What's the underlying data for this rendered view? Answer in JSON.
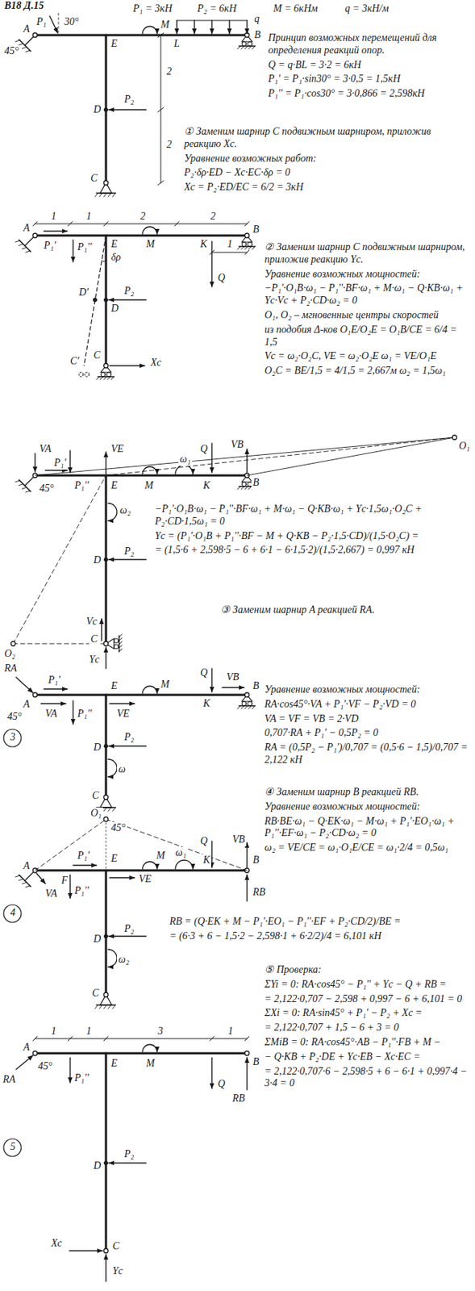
{
  "diagram": {
    "title": "В18 Д.15",
    "labels": [
      "P₁ = 3кН",
      "P₂ = 6кН",
      "M = 6кНм",
      "q = 3кН/м",
      "Принцип возможных перемещений для определения реакций опор.",
      "Q = q·BL = 3·2 = 6кН",
      "P₁' = P₁·sin30° = 3·0,5 = 1,5кН",
      "P₁'' = P₁·cos30° = 3·0,866 = 2,598кН",
      "A",
      "P₁",
      "30°",
      "M",
      "L",
      "q",
      "E",
      "B",
      "45°",
      "P₂",
      "D",
      "2",
      "2",
      "C",
      "① Заменим шарнир C подвижным шарниром, приложив реакцию Xc.",
      "Уравнение возможных работ:",
      "P₂·δρ·ED − Xc·EC·δρ = 0",
      "Xc = P₂·ED/EC = 6/2 = 3кН",
      "1",
      "1",
      "2",
      "2",
      "A",
      "P₁'",
      "P₁''",
      "E",
      "M",
      "K",
      "1",
      "Q",
      "B",
      "δρ",
      "D'",
      "D",
      "P₂",
      "C'",
      "C",
      "Xc",
      "② Заменим шарнир C подвижным шарниром, приложив реакцию Yc.",
      "Уравнение возможных мощностей:",
      "−P₁'·O₁B·ω₁ − P₁''·BF·ω₁ + M·ω₁ − Q·KB·ω₁ + Yc·Vc + P₂·CD·ω₂ = 0",
      "O₁, O₂ – мгновенные центры скоростей",
      "из подобия Δ-ков O₁E/O₂E = O₁B/CE = 6/4 = 1,5",
      "Vc = ω₂·O₂C,  VE = ω₂·O₂E   ω₁ = VE/O₁E",
      "O₂C = BE/1,5 = 4/1,5 = 2,667м   ω₂ = 1,5ω₁",
      "O₁",
      "VA",
      "P₁'",
      "P₁''",
      "45°",
      "VE",
      "E",
      "M",
      "ω₁",
      "Q",
      "K",
      "VB",
      "B",
      "ω₂",
      "P₂",
      "D",
      "O₂",
      "Vc",
      "C",
      "Yc",
      "−P₁'·O₁B·ω₁ − P₁''·BF·ω₁ + M·ω₁ − Q·KB·ω₁ + Yc·1,5ω₁·O₂C + P₂·CD·1,5ω₁ = 0",
      "Yc = (P₁'·O₁B + P₁''·BF − M + Q·KB − P₂·1,5·CD)/(1,5·O₂C) =",
      "= (1,5·6 + 2,598·5 − 6 + 6·1 − 6·1,5·2)/(1,5·2,667) = 0,997 кН",
      "③ Заменим шарнир A реакцией RA.",
      "RA",
      "A",
      "45°",
      "P₁'",
      "VA",
      "P₁''",
      "E",
      "VE",
      "M",
      "Q",
      "K",
      "B",
      "VB",
      "P₂",
      "D",
      "ω",
      "C",
      "3",
      "Уравнение возможных мощностей:",
      "RA·cos45°·VA + P₁'·VF − P₂·VD = 0",
      "VA = VF = VB = 2·VD",
      "0,707·RA + P₁' − 0,5P₂ = 0",
      "RA = (0,5P₂ − P₁')/0,707 = (0,5·6 − 1,5)/0,707 = 2,122 кН",
      "④ Заменим шарнир B реакцией RB.",
      "Уравнение возможных мощностей:",
      "RB·BE·ω₁ − Q·EK·ω₁ − M·ω₁ + P₁'·EO₁·ω₁ + P₁''·EF·ω₁ − P₂·CD·ω₂ = 0",
      "ω₂ = VE/CE = ω₁·O₁E/CE = ω₁·2/4 = 0,5ω₁",
      "O₁",
      "45°",
      "A",
      "F",
      "P₁'",
      "E",
      "M",
      "ω₁",
      "K",
      "Q",
      "VB",
      "B",
      "VA",
      "P₁''",
      "VE",
      "RB",
      "P₂",
      "D",
      "ω₂",
      "C",
      "4",
      "RB = (Q·EK + M − P₁'·EO₁ − P₁''·EF + P₂·CD/2)/BE =",
      "= (6·3 + 6 − 1,5·2 − 2,598·1 + 6·2/2)/4 = 6,101 кН",
      "⑤ Проверка:",
      "ΣYi = 0: RA·cos45° − P₁'' + Yc − Q + RB =",
      "= 2,122·0,707 − 2,598 + 0,997 − 6 + 6,101 = 0",
      "ΣXi = 0: RA·sin45° + P₁' − P₂ + Xc =",
      "= 2,122·0,707 + 1,5 − 6 + 3 = 0",
      "ΣMiB = 0: RA·cos45°·AB − P₁''·FB + M −",
      "− Q·KB + P₂·DE + Yc·EB − Xc·EC =",
      "= 2,122·0,707·6 − 2,598·5 + 6 − 6·1 + 0,997·4 − 3·4 = 0",
      "1",
      "1",
      "3",
      "1",
      "A",
      "RA",
      "45°",
      "P₁''",
      "E",
      "M",
      "Q",
      "B",
      "RB",
      "P₂",
      "D",
      "Xc",
      "C",
      "Yc",
      "5"
    ]
  }
}
